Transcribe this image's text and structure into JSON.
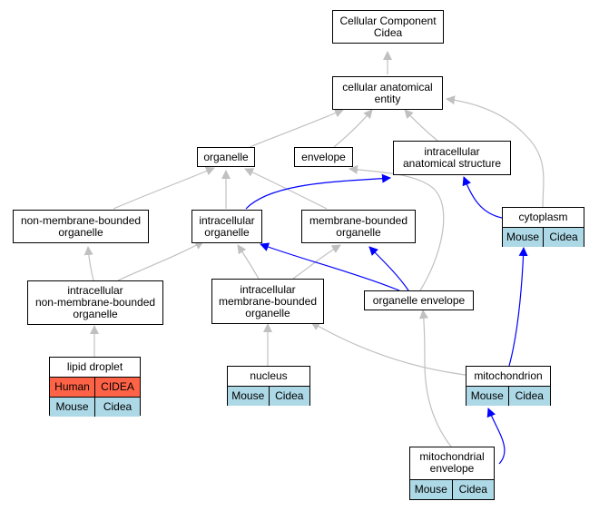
{
  "title_node": {
    "line1": "Cellular Component",
    "line2": "Cidea"
  },
  "nodes": {
    "cellular_anatomical_entity": {
      "line1": "cellular anatomical",
      "line2": "entity"
    },
    "organelle": "organelle",
    "envelope": "envelope",
    "intracellular_anatomical_structure": {
      "line1": "intracellular",
      "line2": "anatomical structure"
    },
    "non_membrane_bounded_organelle": {
      "line1": "non-membrane-bounded",
      "line2": "organelle"
    },
    "intracellular_organelle": {
      "line1": "intracellular",
      "line2": "organelle"
    },
    "membrane_bounded_organelle": {
      "line1": "membrane-bounded",
      "line2": "organelle"
    },
    "intracellular_non_membrane_bounded_organelle": {
      "line1": "intracellular",
      "line2": "non-membrane-bounded",
      "line3": "organelle"
    },
    "intracellular_membrane_bounded_organelle": {
      "line1": "intracellular",
      "line2": "membrane-bounded",
      "line3": "organelle"
    },
    "organelle_envelope": "organelle envelope"
  },
  "records": {
    "cytoplasm": {
      "label": "cytoplasm",
      "rows": [
        [
          "Mouse",
          "Cidea"
        ]
      ]
    },
    "lipid_droplet": {
      "label": "lipid droplet",
      "rows": [
        [
          "Human",
          "CIDEA"
        ],
        [
          "Mouse",
          "Cidea"
        ]
      ]
    },
    "nucleus": {
      "label": "nucleus",
      "rows": [
        [
          "Mouse",
          "Cidea"
        ]
      ]
    },
    "mitochondrion": {
      "label": "mitochondrion",
      "rows": [
        [
          "Mouse",
          "Cidea"
        ]
      ]
    },
    "mitochondrial_envelope": {
      "line1": "mitochondrial",
      "line2": "envelope",
      "rows": [
        [
          "Mouse",
          "Cidea"
        ]
      ]
    }
  },
  "colors": {
    "edge_gray": "#c0c0c0",
    "edge_blue": "#0000ff",
    "human_fill": "#ff6347",
    "mouse_fill": "#add8e6"
  }
}
